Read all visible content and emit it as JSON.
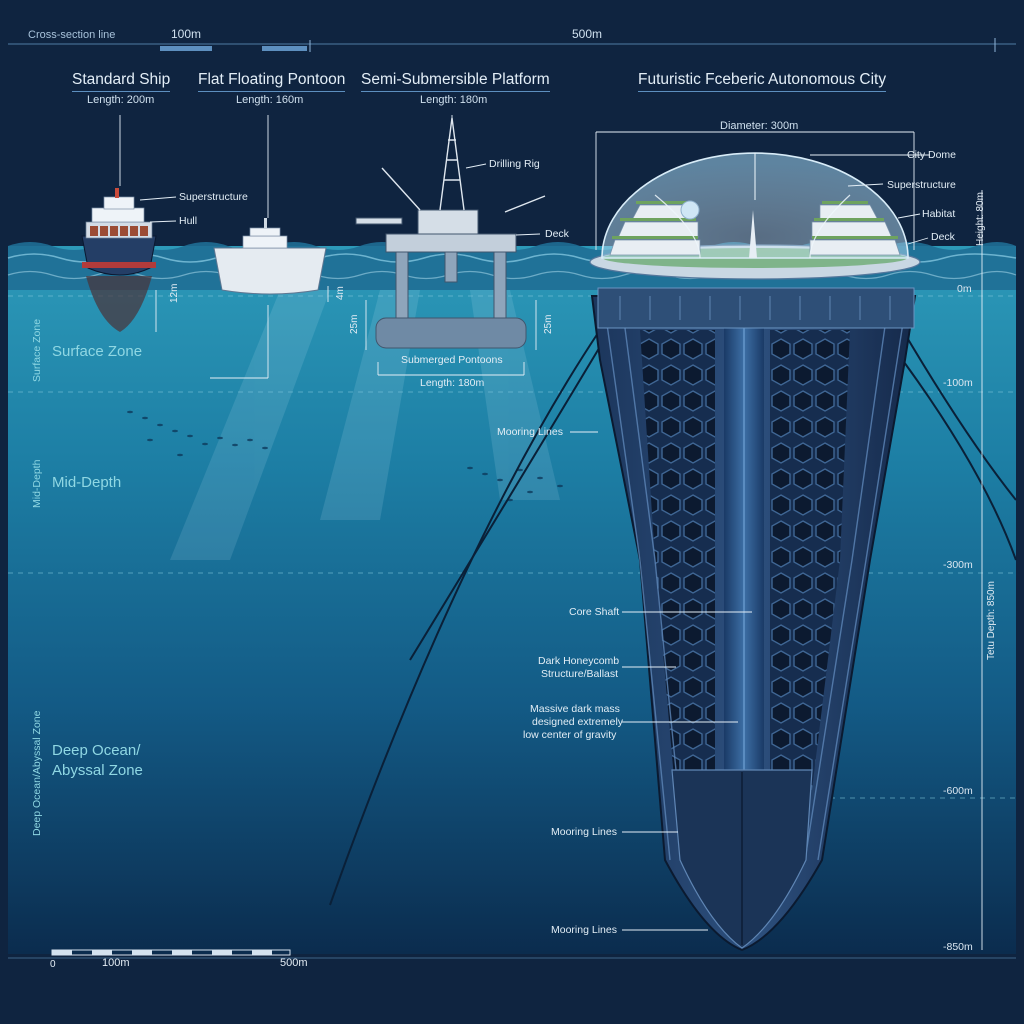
{
  "scale_bar_top": {
    "caption": "Cross-section line",
    "mark_100": "100m",
    "mark_500": "500m"
  },
  "structures": {
    "ship": {
      "title": "Standard Ship",
      "length": "Length: 200m",
      "superstructure": "Superstructure",
      "hull": "Hull",
      "draft": "12m"
    },
    "pontoon": {
      "title": "Flat Floating Pontoon",
      "length": "Length: 160m",
      "draft": "4m"
    },
    "semi": {
      "title": "Semi-Submersible Platform",
      "length": "Length: 180m",
      "drilling_rig": "Drilling Rig",
      "deck": "Deck",
      "draft_left": "25m",
      "draft_right": "25m",
      "pontoons": "Submerged Pontoons",
      "length_bottom": "Length: 180m"
    },
    "city": {
      "title": "Futuristic Fceberic Autonomous City",
      "diameter": "Diameter: 300m",
      "dome": "City Dome",
      "superstructure": "Superstructure",
      "habitat": "Habitat",
      "deck": "Deck",
      "height": "Height: 80m",
      "mooring_lines": "Mooring Lines",
      "core_shaft": "Core Shaft",
      "honeycomb_line1": "Dark Honeycomb",
      "honeycomb_line2": "Structure/Ballast",
      "mass_line1": "Massive dark mass",
      "mass_line2": "designed extremely",
      "mass_line3": "low center of gravity",
      "mooring_lines_2": "Mooring Lines",
      "mooring_lines_3": "Mooring Lines",
      "total_depth": "Tetu Depth: 850m"
    }
  },
  "zones": {
    "surface": "Surface Zone",
    "surface_vertical": "Surface Zone",
    "mid": "Mid-Depth",
    "mid_vertical": "Mid-Depth",
    "deep_line1": "Deep Ocean/",
    "deep_line2": "Abyssal Zone",
    "deep_vertical": "Deep Ocean/Abyssal Zone"
  },
  "depth_marks": {
    "d0": "0m",
    "d100": "-100m",
    "d300": "-300m",
    "d600": "-600m",
    "d850": "-850m"
  },
  "scale_bar_bottom": {
    "zero": "0",
    "mark_100": "100m",
    "mark_500": "500m"
  },
  "colors": {
    "background": "#0f2440",
    "water_top": "#2a93b5",
    "water_bottom": "#0b2c4e",
    "hull": "#243e66",
    "accent_line": "#5d8fbf",
    "label": "#e2edf5",
    "zone_text": "#8fd7e3"
  }
}
